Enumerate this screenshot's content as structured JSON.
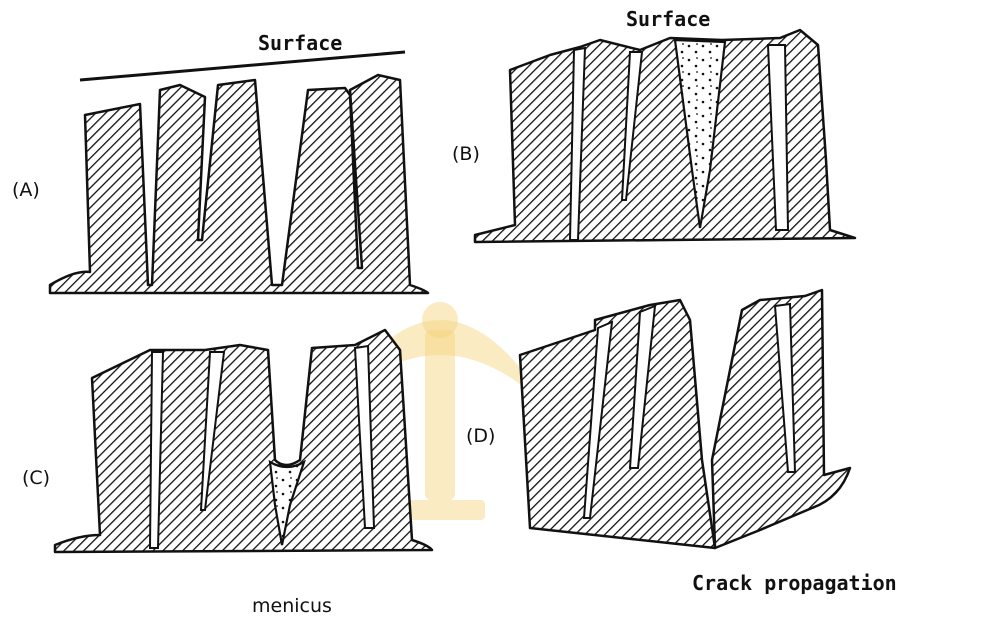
{
  "panels": {
    "a": {
      "label": "(A)"
    },
    "b": {
      "label": "(B)"
    },
    "c": {
      "label": "(C)"
    },
    "d": {
      "label": "(D)"
    }
  },
  "labels": {
    "surface_a": "Surface",
    "surface_b": "Surface",
    "meniscus": "menicus",
    "crack": "Crack propagation"
  },
  "colors": {
    "ink": "#111111",
    "background": "#ffffff",
    "watermark": "#f4d37a"
  }
}
